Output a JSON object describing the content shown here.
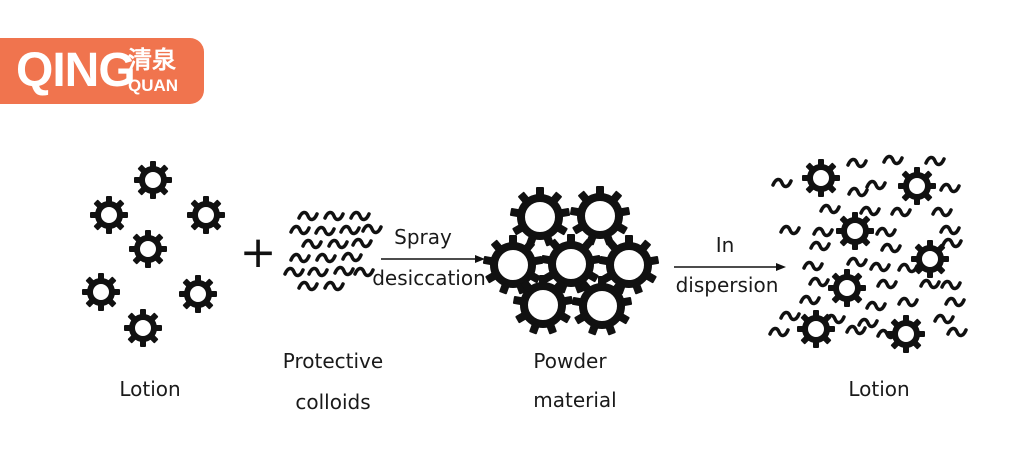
{
  "logo": {
    "latin": "QING",
    "chinese": "清泉",
    "sub": "QUAN",
    "color": "#f0744e"
  },
  "labels": {
    "lotion_left": "Lotion",
    "protective_line1": "Protective",
    "protective_line2": "colloids",
    "arrow1_top": "Spray",
    "arrow1_bottom": "desiccation",
    "powder_line1": "Powder",
    "powder_line2": "material",
    "arrow2_top": "In",
    "arrow2_bottom": "dispersion",
    "lotion_right": "Lotion"
  },
  "symbols": {
    "plus": "+"
  }
}
